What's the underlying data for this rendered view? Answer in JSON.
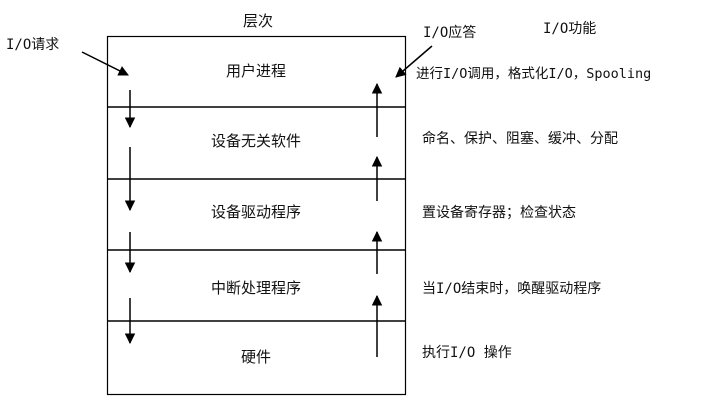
{
  "title": "层次",
  "request_label": "I/O请求",
  "response_label": "I/O应答",
  "function_header": "I/O功能",
  "layers": [
    {
      "name": "用户进程",
      "function": "进行I/O调用，格式化I/O，Spooling"
    },
    {
      "name": "设备无关软件",
      "function": "命名、保护、阻塞、缓冲、分配"
    },
    {
      "name": "设备驱动程序",
      "function": "置设备寄存器；检查状态"
    },
    {
      "name": "中断处理程序",
      "function": "当I/O结束时，唤醒驱动程序"
    },
    {
      "name": "硬件",
      "function": "执行I/O 操作"
    }
  ]
}
